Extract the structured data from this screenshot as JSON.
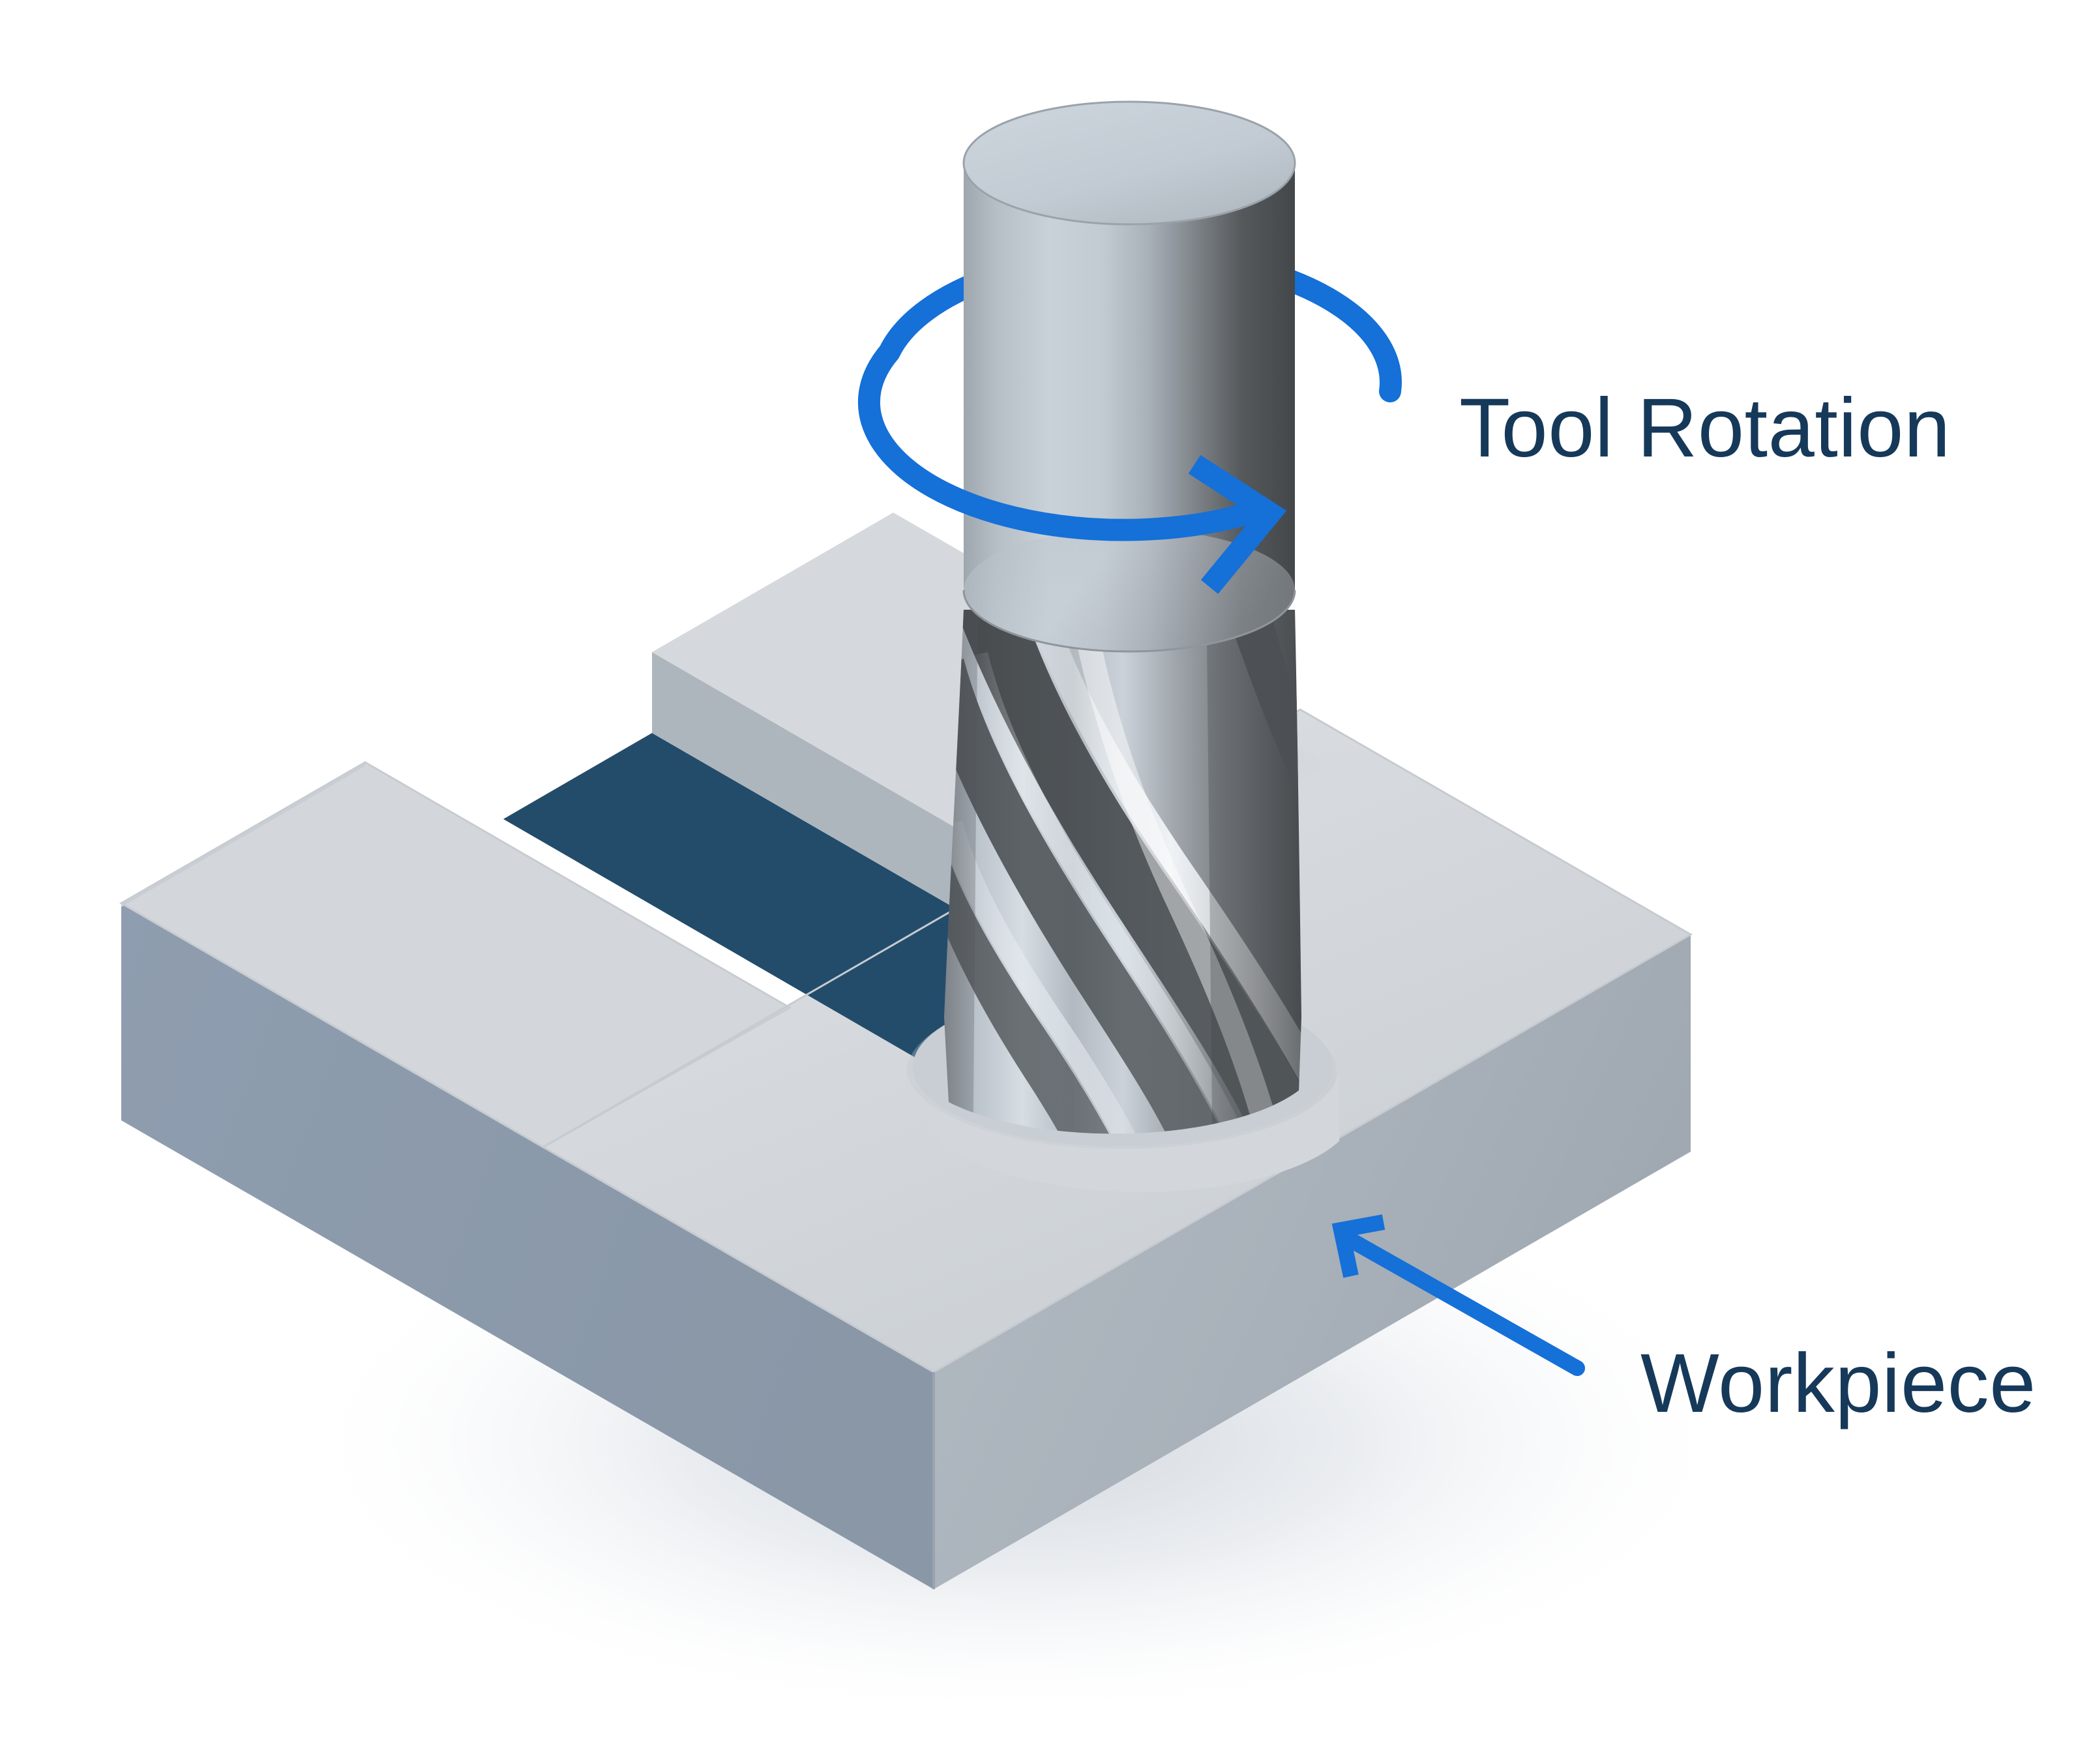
{
  "figure": {
    "title": "CNC End Mill Slot Milling Isometric Diagram",
    "background_color": "#ffffff"
  },
  "labels": {
    "tool_rotation": "Tool Rotation",
    "workpiece": "Workpiece"
  },
  "colors": {
    "label_text": "#16395a",
    "annotation_blue": "#1570d8",
    "workpiece_top": "#d3d7db",
    "workpiece_left_face": "#8d9cac",
    "workpiece_right_face": "#aab2bb",
    "slot_floor": "#234c6b",
    "slot_wall": "#aeb6bd",
    "shank_light": "#c6ced6",
    "shank_dark": "#434749",
    "flute_highlight": "#e4e9ee",
    "flute_shadow": "#4a4e52",
    "hole_shadow": "#b8c0c7",
    "ground_shadow": "#c2cad3"
  },
  "annotations": [
    {
      "name": "tool-rotation",
      "label": "Tool Rotation",
      "icon": "circular-arrow-icon",
      "direction": "clockwise-viewed-from-above",
      "color": "#1570d8"
    },
    {
      "name": "workpiece",
      "label": "Workpiece",
      "icon": "leader-arrow-icon",
      "points_to": "workpiece-right-face",
      "color": "#1570d8"
    }
  ],
  "parts": [
    {
      "name": "end-mill-shank",
      "description": "Cylindrical smooth upper shank of the rotating cutting tool"
    },
    {
      "name": "end-mill-flutes",
      "description": "Helical fluted cutting portion of the end mill engaged in the slot"
    },
    {
      "name": "workpiece-block",
      "description": "Rectangular metal block being machined"
    },
    {
      "name": "machined-slot",
      "description": "Dark rectangular slot cut across the top of the workpiece"
    },
    {
      "name": "tool-entry-hole",
      "description": "Circular opening in the workpiece top where the cutter enters"
    }
  ]
}
